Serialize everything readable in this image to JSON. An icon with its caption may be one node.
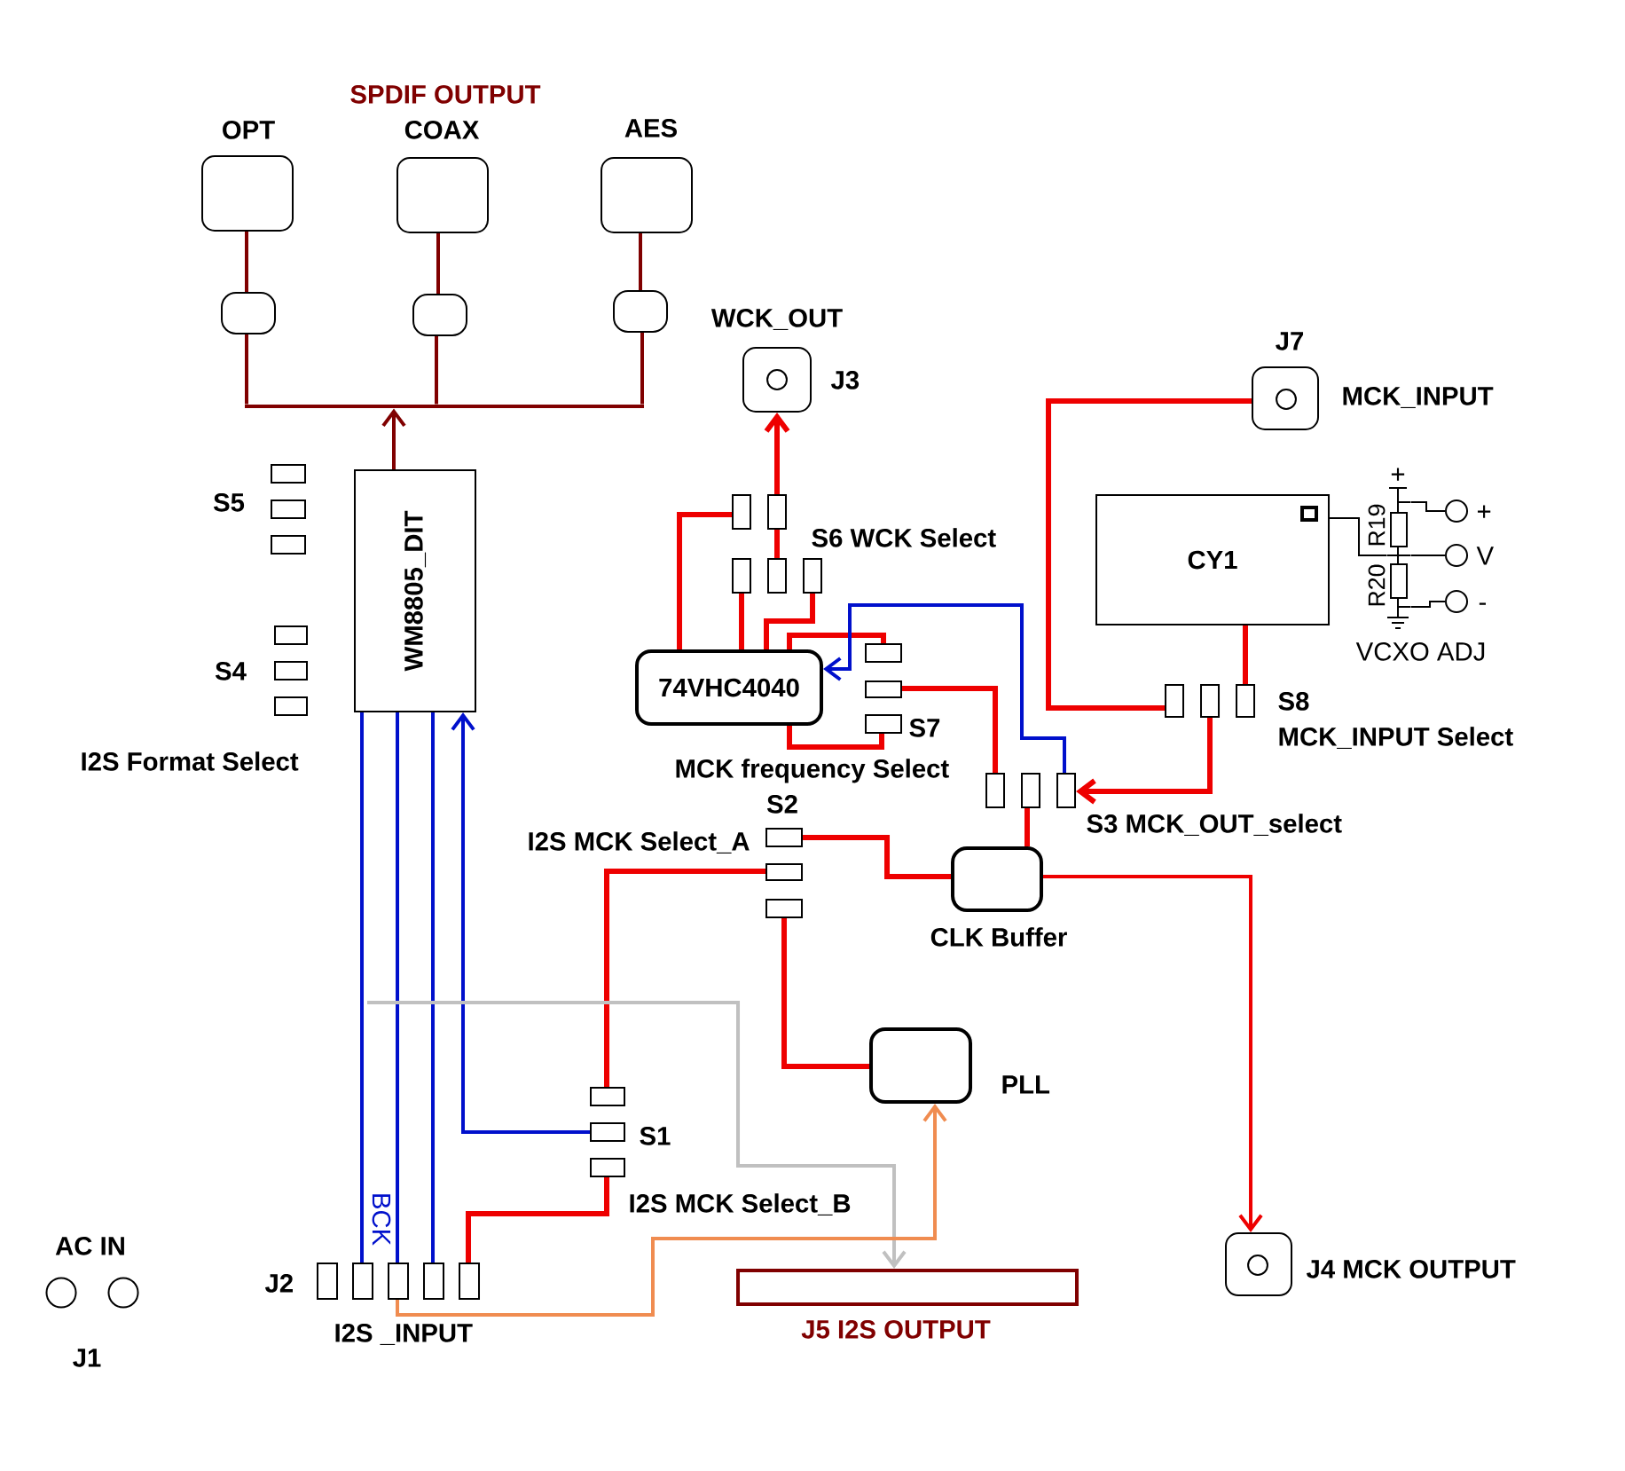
{
  "diagram": {
    "nodes": [
      {
        "text": [
          "OPT"
        ]
      },
      {
        "text": [
          "COAX"
        ]
      },
      {
        "text": [
          "AES"
        ]
      },
      {
        "text": [],
        "shape": "box"
      },
      {
        "text": [],
        "shape": "box"
      },
      {
        "text": [],
        "shape": "box"
      },
      {
        "text": [
          "WCK_OUT",
          "J3"
        ]
      },
      {
        "text": [
          "J7",
          "MCK_INPUT"
        ]
      },
      {
        "text": [],
        "shape": "box"
      },
      {
        "text": [],
        "shape": "box"
      },
      {
        "text": [],
        "shape": "box"
      },
      {
        "text": [
          "WM8805_DIT"
        ]
      },
      {
        "text": [],
        "shape": "box"
      },
      {
        "text": [],
        "shape": "box"
      },
      {
        "text": [],
        "shape": "box"
      },
      {
        "text": [],
        "shape": "box"
      },
      {
        "text": [],
        "shape": "box"
      },
      {
        "text": [
          "CY1"
        ]
      },
      {
        "text": [],
        "shape": "box"
      },
      {
        "text": [],
        "shape": "box"
      },
      {
        "text": [],
        "shape": "box"
      },
      {
        "text": [
          "74VHC4040"
        ]
      },
      {
        "text": [],
        "shape": "box"
      },
      {
        "text": [],
        "shape": "box"
      },
      {
        "text": [],
        "shape": "box"
      },
      {
        "text": [],
        "shape": "box"
      },
      {
        "text": [],
        "shape": "box"
      },
      {
        "text": [],
        "shape": "box"
      },
      {
        "text": [],
        "shape": "box"
      },
      {
        "text": [],
        "shape": "box"
      },
      {
        "text": [],
        "shape": "box"
      },
      {
        "text": [],
        "shape": "box"
      },
      {
        "text": [],
        "shape": "box"
      },
      {
        "text": [],
        "shape": "box"
      },
      {
        "text": [
          "CLK Buffer"
        ]
      },
      {
        "text": [
          "PLL"
        ]
      },
      {
        "text": [],
        "shape": "box"
      },
      {
        "text": [],
        "shape": "box"
      },
      {
        "text": [],
        "shape": "box"
      },
      {
        "text": [
          "J4 MCK OUTPUT"
        ]
      },
      {
        "text": [],
        "shape": "box"
      },
      {
        "text": [],
        "shape": "box"
      },
      {
        "text": [],
        "shape": "box"
      },
      {
        "text": [],
        "shape": "box"
      },
      {
        "text": [],
        "shape": "box"
      },
      {
        "text": [
          "J5 I2S OUTPUT"
        ]
      },
      {
        "text": [],
        "shape": "circle",
        "beside": [
          "+"
        ]
      },
      {
        "text": [],
        "shape": "circle",
        "beside": [
          "V"
        ]
      },
      {
        "text": [],
        "shape": "circle",
        "beside": [
          "-"
        ]
      },
      {
        "text": [],
        "shape": "bar"
      },
      {
        "text": [],
        "shape": "picture"
      }
    ],
    "edges": [
      {
        "from": 11,
        "to": 49,
        "arrow": "to",
        "color": "#800000"
      },
      {
        "from": 49,
        "to": 3,
        "arrow": "none",
        "color": "#800000"
      },
      {
        "from": 49,
        "to": 4,
        "arrow": "none",
        "color": "#800000"
      },
      {
        "from": 49,
        "to": 5,
        "arrow": "none",
        "color": "#800000"
      },
      {
        "from": 3,
        "to": 0,
        "arrow": "none",
        "color": "#800000"
      },
      {
        "from": 4,
        "to": 1,
        "arrow": "none",
        "color": "#800000"
      },
      {
        "from": 5,
        "to": 2,
        "arrow": "none",
        "color": "#800000"
      },
      {
        "from": 13,
        "to": 6,
        "arrow": "to"
      },
      {
        "from": 15,
        "to": 13,
        "arrow": "none"
      },
      {
        "from": 21,
        "to": 12,
        "arrow": "none"
      },
      {
        "from": 21,
        "to": 14,
        "arrow": "none"
      },
      {
        "from": 21,
        "to": 16,
        "arrow": "none"
      },
      {
        "from": 7,
        "to": 25,
        "arrow": "none"
      },
      {
        "from": 17,
        "to": 27,
        "arrow": "none"
      },
      {
        "from": 17,
        "to": 50,
        "arrow": "none",
        "color": "#000000"
      },
      {
        "from": 50,
        "to": 47,
        "arrow": "none",
        "color": "#000000"
      },
      {
        "from": 50,
        "to": 46,
        "arrow": "none",
        "color": "#000000"
      },
      {
        "from": 50,
        "to": 48,
        "arrow": "none",
        "color": "#000000"
      },
      {
        "from": 21,
        "to": 22,
        "arrow": "none"
      },
      {
        "from": 21,
        "to": 24,
        "arrow": "none"
      },
      {
        "from": 23,
        "to": 28,
        "arrow": "none"
      },
      {
        "from": 30,
        "to": 21,
        "arrow": "to",
        "color": "#0010cc"
      },
      {
        "from": 26,
        "to": 30,
        "arrow": "to"
      },
      {
        "from": 29,
        "to": 34,
        "arrow": "none"
      },
      {
        "from": 31,
        "to": 34,
        "arrow": "none"
      },
      {
        "from": 34,
        "to": 39,
        "arrow": "to"
      },
      {
        "from": 32,
        "to": 36,
        "arrow": "none"
      },
      {
        "from": 33,
        "to": 35,
        "arrow": "none"
      },
      {
        "from": 11,
        "to": 41,
        "arrow": "none",
        "color": "#0010cc"
      },
      {
        "from": 11,
        "to": 42,
        "arrow": "none",
        "color": "#0010cc"
      },
      {
        "from": 11,
        "to": 43,
        "arrow": "none",
        "color": "#0010cc"
      },
      {
        "from": 37,
        "to": 11,
        "arrow": "to",
        "color": "#0010cc"
      },
      {
        "from": 38,
        "to": 44,
        "arrow": "none"
      },
      {
        "from": null,
        "to": 45,
        "arrow": "to",
        "color": "#c0c0c0"
      },
      {
        "from": 42,
        "to": 35,
        "arrow": "to",
        "color": "#f08c50"
      }
    ],
    "labels": [
      "SPDIF OUTPUT",
      "S5",
      "S6 WCK Select",
      "+",
      "R19",
      "R20",
      "VCXO ADJ",
      "S4",
      "S8",
      "S7",
      "MCK_INPUT Select",
      "I2S Format Select",
      "MCK frequency Select",
      "S2",
      "S3 MCK_OUT_select",
      "I2S MCK Select_A",
      "S1",
      "I2S MCK Select_B",
      "BCK",
      "AC IN",
      "J2",
      "I2S _INPUT",
      "J1"
    ]
  }
}
